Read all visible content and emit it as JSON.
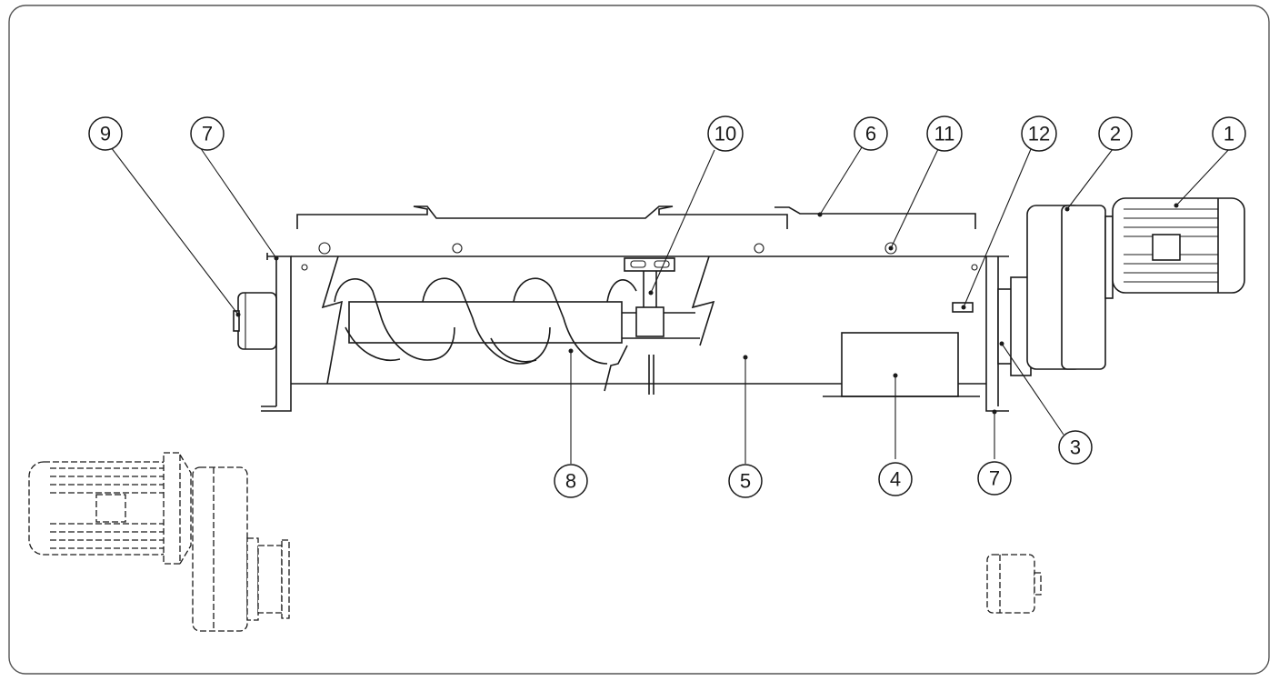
{
  "callouts": [
    {
      "id": "1",
      "label": "1"
    },
    {
      "id": "2",
      "label": "2"
    },
    {
      "id": "3",
      "label": "3"
    },
    {
      "id": "4",
      "label": "4"
    },
    {
      "id": "5",
      "label": "5"
    },
    {
      "id": "6",
      "label": "6"
    },
    {
      "id": "7a",
      "label": "7"
    },
    {
      "id": "7b",
      "label": "7"
    },
    {
      "id": "8",
      "label": "8"
    },
    {
      "id": "9",
      "label": "9"
    },
    {
      "id": "10",
      "label": "10"
    },
    {
      "id": "11",
      "label": "11"
    },
    {
      "id": "12",
      "label": "12"
    }
  ],
  "colors": {
    "line": "#1a1a1a",
    "background": "#ffffff",
    "frame": "#555555"
  }
}
